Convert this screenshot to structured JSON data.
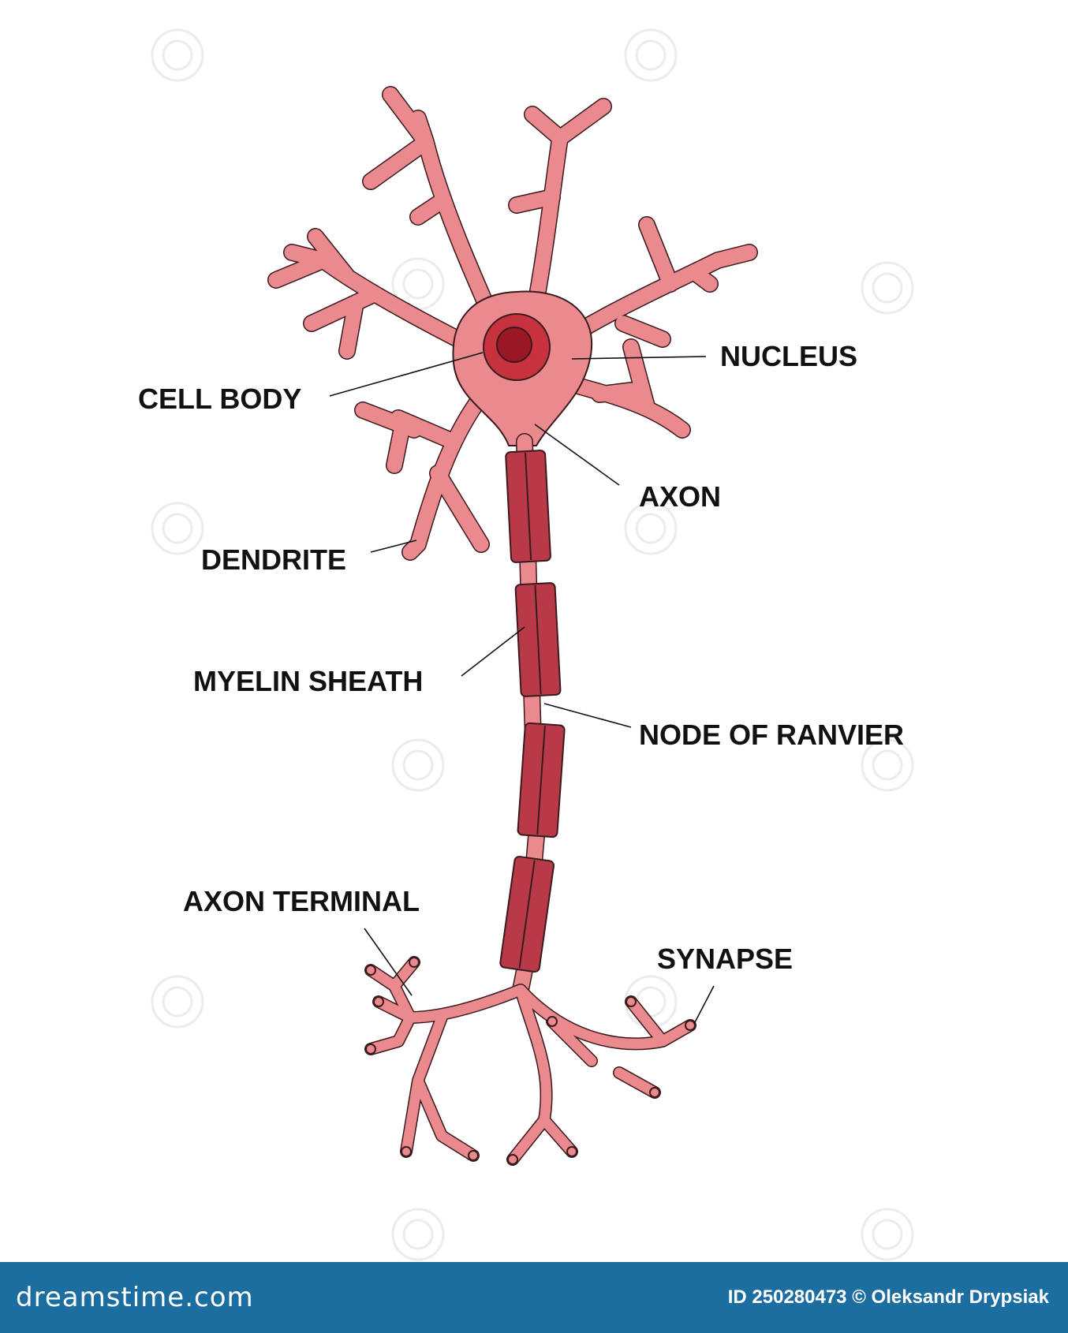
{
  "labels": {
    "nucleus": "NUCLEUS",
    "cell_body": "CELL BODY",
    "axon": "AXON",
    "dendrite": "DENDRITE",
    "myelin_sheath": "MYELIN SHEATH",
    "node_of_ranvier": "NODE OF RANVIER",
    "axon_terminal": "AXON TERMINAL",
    "synapse": "SYNAPSE"
  },
  "watermark": {
    "text": "dreamstime"
  },
  "footer": {
    "logo": "dreamstime.com",
    "credit": "ID 250280473 © Oleksandr Drypsiak"
  },
  "colors": {
    "cell_fill": "#ea8a8f",
    "outline": "#3a1a1c",
    "nucleus_outer": "#c8323e",
    "nucleus_inner": "#9a1826",
    "myelin_fill": "#b83a48",
    "footer_bg": "#1c6ea1"
  }
}
